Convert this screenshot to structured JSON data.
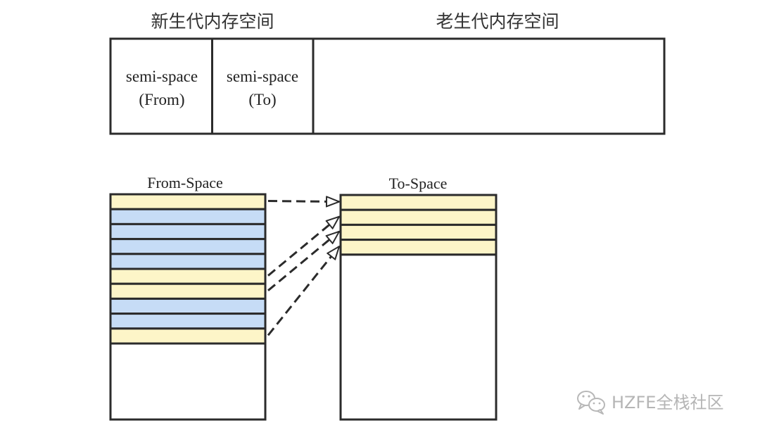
{
  "memory_layout": {
    "young_generation_label": "新生代内存空间",
    "old_generation_label": "老生代内存空间",
    "semi_space_from": {
      "line1": "semi-space",
      "line2": "(From)"
    },
    "semi_space_to": {
      "line1": "semi-space",
      "line2": "(To)"
    }
  },
  "scavenge": {
    "from_space_label": "From-Space",
    "to_space_label": "To-Space",
    "from_space_slots": [
      "live",
      "dead",
      "dead",
      "dead",
      "dead",
      "live",
      "live",
      "dead",
      "dead",
      "live"
    ],
    "to_space_slots": [
      "live",
      "live",
      "live",
      "live"
    ],
    "copy_arrows": [
      {
        "from_slot": 0,
        "to_slot": 0
      },
      {
        "from_slot": 5,
        "to_slot": 1
      },
      {
        "from_slot": 6,
        "to_slot": 2
      },
      {
        "from_slot": 9,
        "to_slot": 3
      }
    ],
    "colors": {
      "live": "#fdf5c8",
      "dead": "#c6dcf6",
      "border": "#2b2b2b"
    }
  },
  "watermark": {
    "text": "HZFE全栈社区",
    "icon": "wechat-icon"
  }
}
